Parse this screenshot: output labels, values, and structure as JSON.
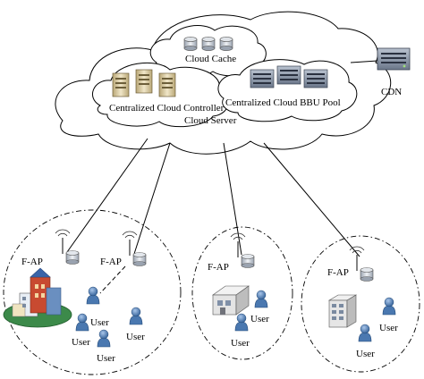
{
  "cloud": {
    "cache_label": "Cloud Cache",
    "controller_label": "Centralized Cloud Controller",
    "bbu_label": "Centralized Cloud BBU Pool",
    "server_label": "Cloud Server"
  },
  "cdn_label": "CDN",
  "cells": [
    {
      "ap_labels": [
        "F-AP",
        "F-AP"
      ],
      "user_labels": [
        "User",
        "User",
        "User",
        "User"
      ]
    },
    {
      "ap_labels": [
        "F-AP"
      ],
      "user_labels": [
        "User",
        "User"
      ]
    },
    {
      "ap_labels": [
        "F-AP"
      ],
      "user_labels": [
        "User",
        "User"
      ]
    }
  ],
  "colors": {
    "line": "#000000",
    "cloud_fill": "#ffffff",
    "server_gray": "#8a96a8",
    "controller_tan": "#d8c79a",
    "user_blue": "#4a78b0",
    "building_green": "#3c8a4a",
    "building_red": "#c84a30"
  }
}
